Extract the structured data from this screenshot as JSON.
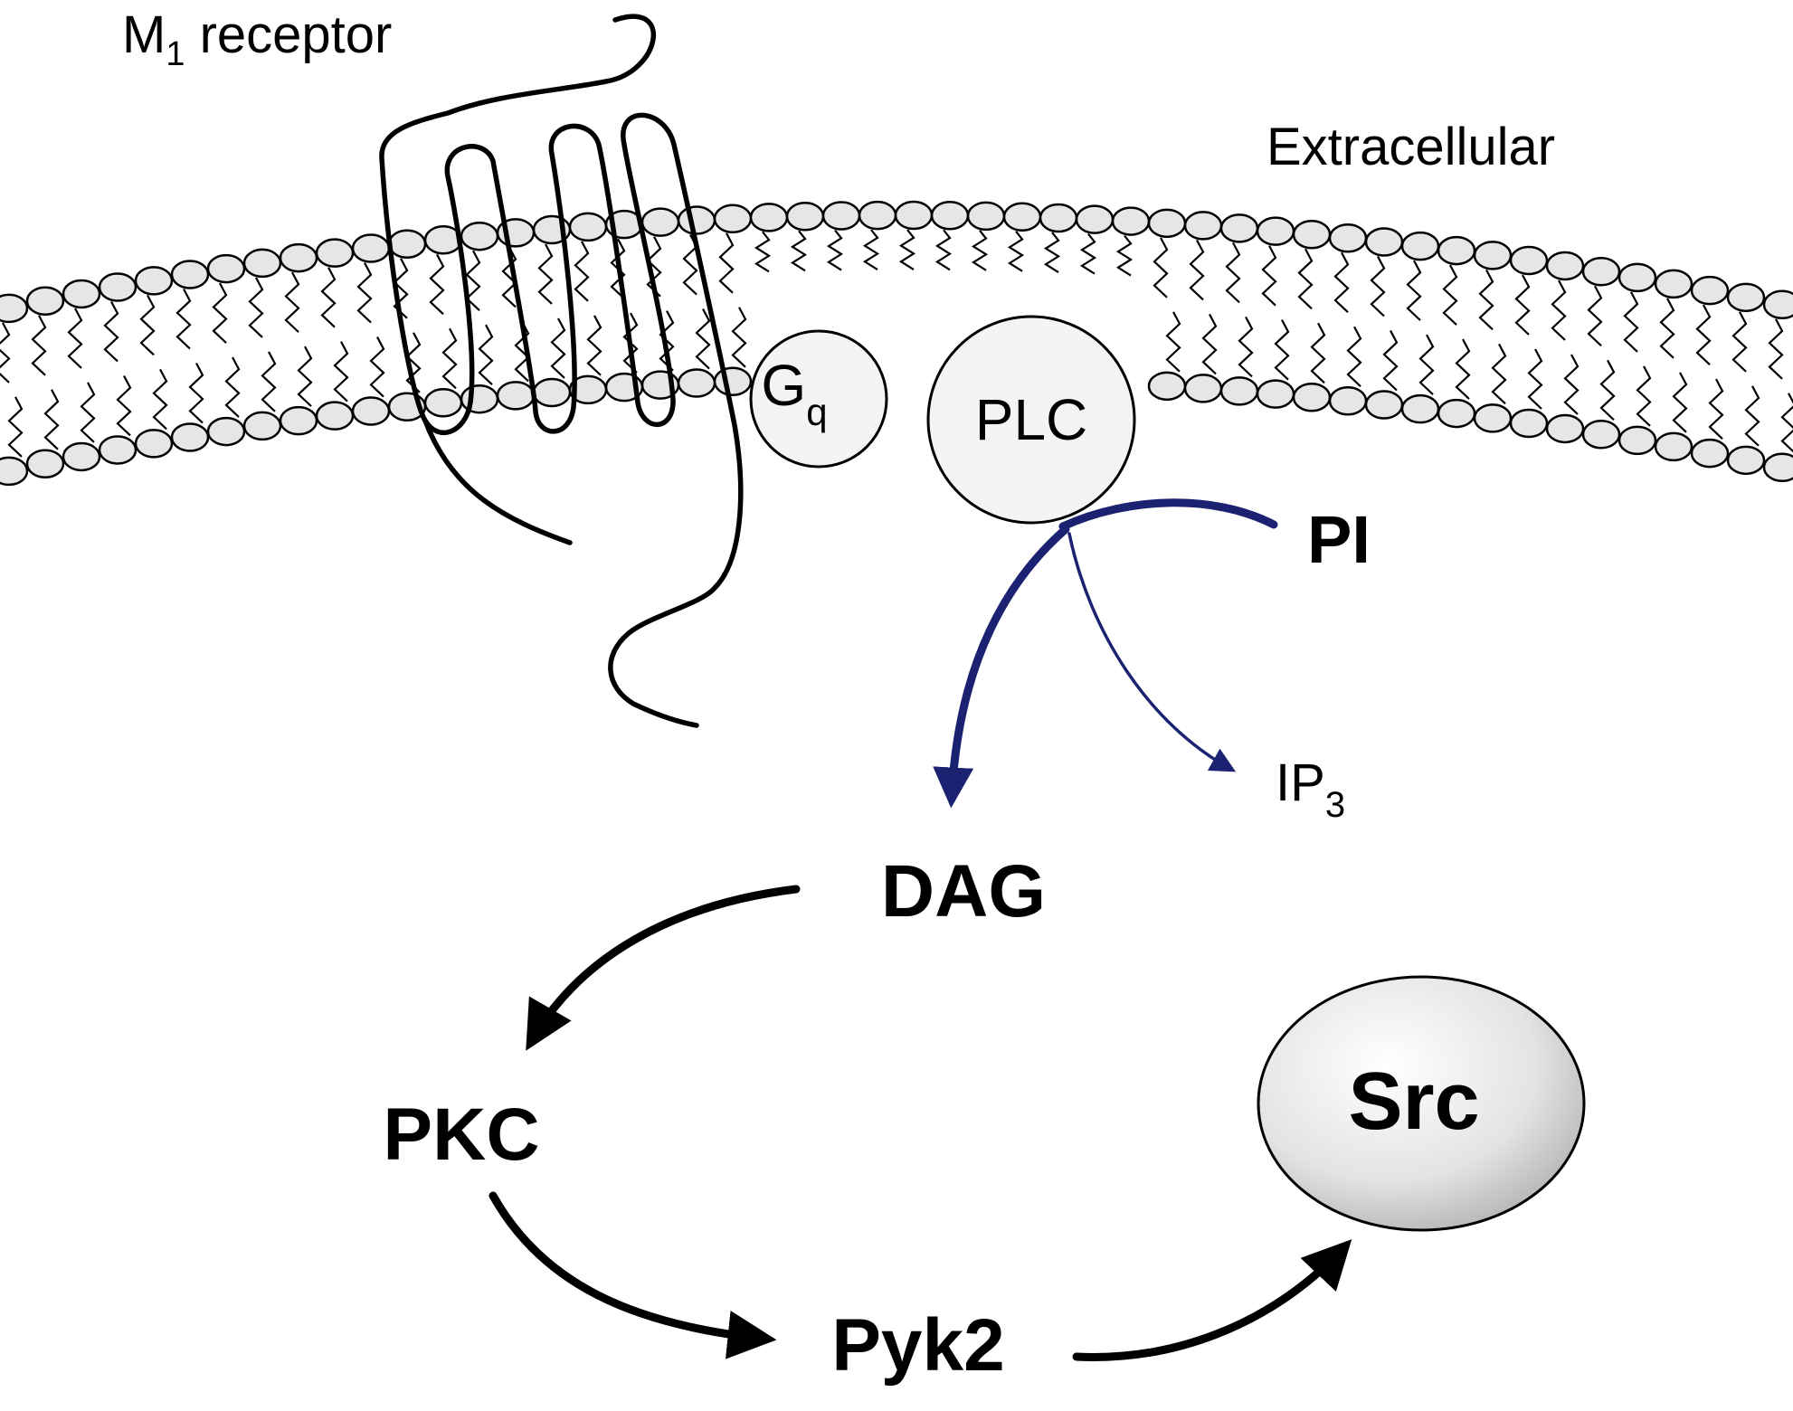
{
  "labels": {
    "receptor_main": "M",
    "receptor_sub": "1",
    "receptor_rest": " receptor",
    "extracellular": "Extracellular",
    "gq_main": "G",
    "gq_sub": "q",
    "plc": "PLC",
    "pi": "PI",
    "ip3_main": "IP",
    "ip3_sub": "3",
    "dag": "DAG",
    "pkc": "PKC",
    "pyk2": "Pyk2",
    "src": "Src"
  },
  "colors": {
    "outline": "#000000",
    "lipid_head_fill": "#e6e6e6",
    "protein_fill": "#f4f4f4",
    "pathway_blue": "#1c2272",
    "src_fill_light": "#ffffff",
    "src_fill_dark": "#bdbdbd"
  }
}
